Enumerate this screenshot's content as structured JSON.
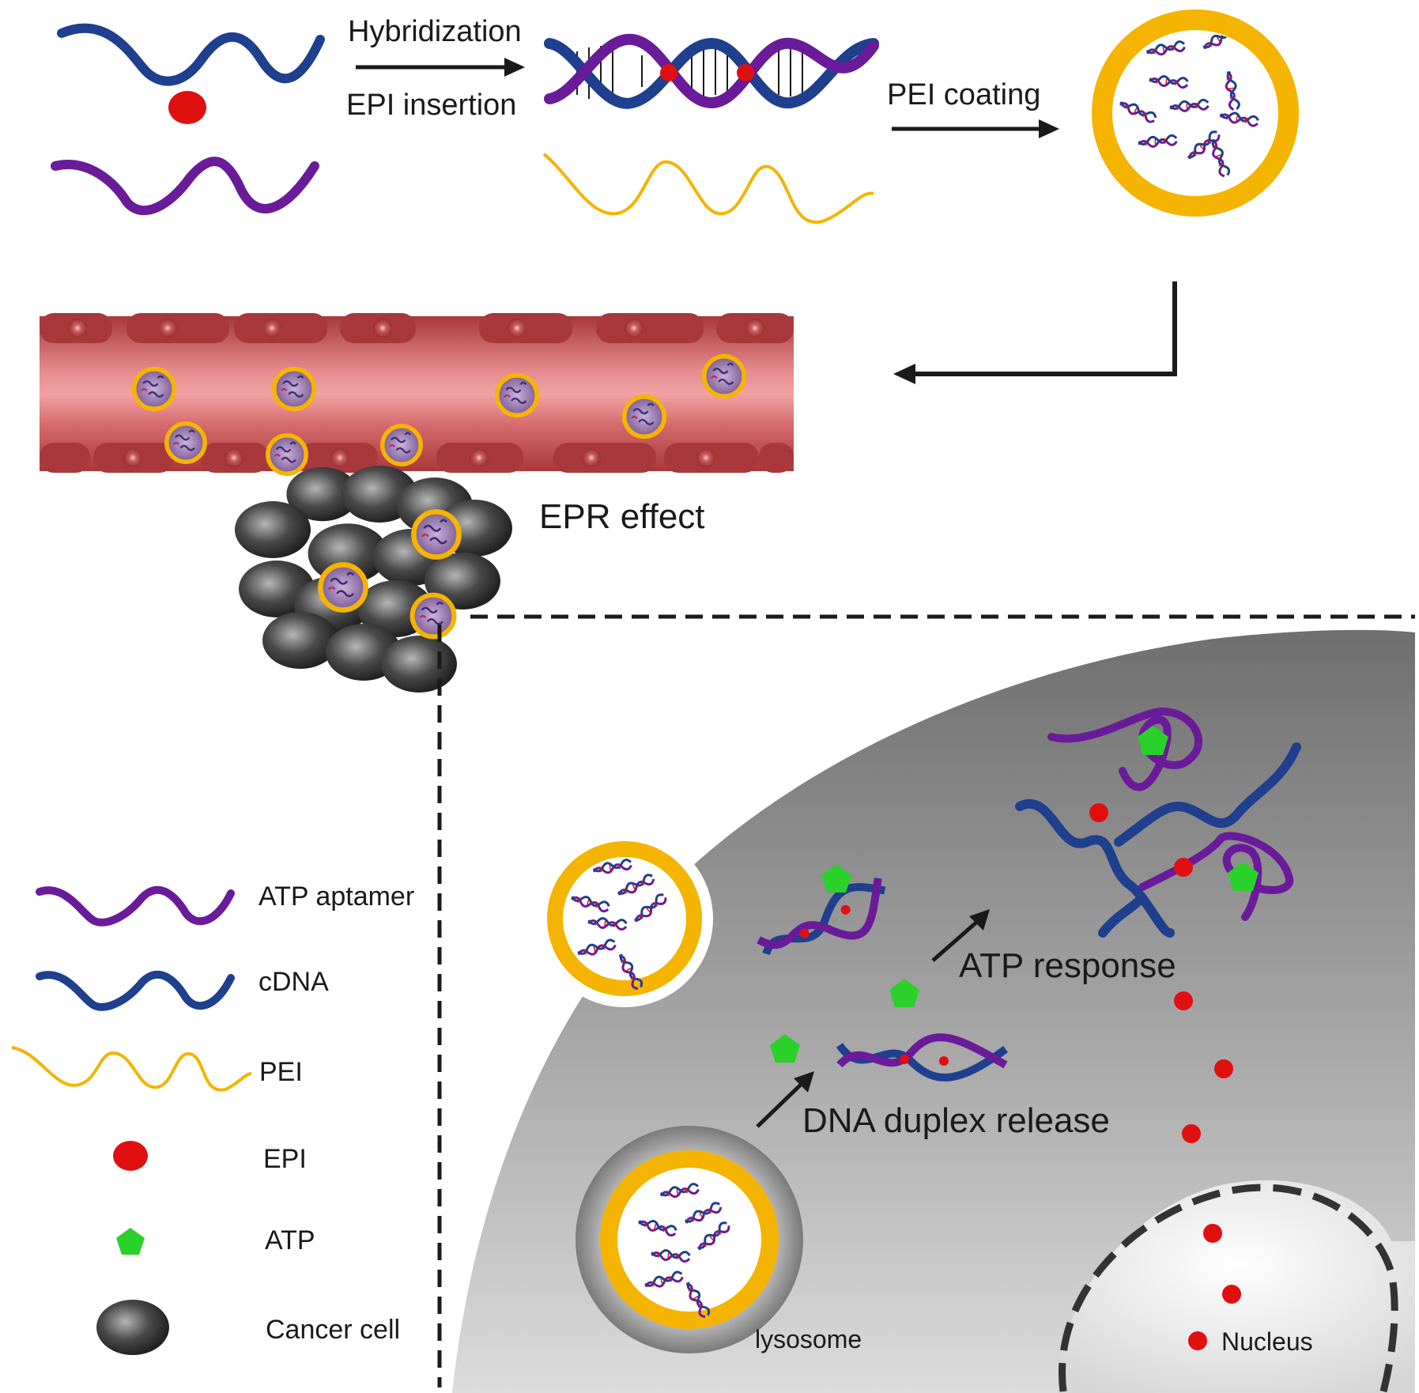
{
  "labels": {
    "hybridization": "Hybridization",
    "epi_insertion": "EPI insertion",
    "pei_coating": "PEI coating",
    "epr_effect": "EPR effect",
    "atp_response": "ATP response",
    "dna_duplex_release": "DNA duplex release",
    "lysosome": "lysosome",
    "nucleus": "Nucleus"
  },
  "legend": {
    "items": [
      {
        "key": "atp_aptamer",
        "label": "ATP aptamer",
        "symbol": "purple-strand-icon"
      },
      {
        "key": "cdna",
        "label": "cDNA",
        "symbol": "blue-strand-icon"
      },
      {
        "key": "pei",
        "label": "PEI",
        "symbol": "yellow-polymer-icon"
      },
      {
        "key": "epi",
        "label": "EPI",
        "symbol": "red-dot-icon"
      },
      {
        "key": "atp",
        "label": "ATP",
        "symbol": "green-pentagon-icon"
      },
      {
        "key": "cancer_cell",
        "label": "Cancer cell",
        "symbol": "dark-cell-icon"
      }
    ]
  },
  "colors": {
    "cdna_blue": "#1f3f8f",
    "aptamer_purple": "#6a1b9a",
    "pei_yellow": "#f5b400",
    "epi_red": "#e01010",
    "atp_green": "#2ad12a",
    "vessel_red": "#c44a4d",
    "cancer_cell_dark": "#3a3a3a",
    "cytoplasm_gray": "#8a8a8a"
  }
}
